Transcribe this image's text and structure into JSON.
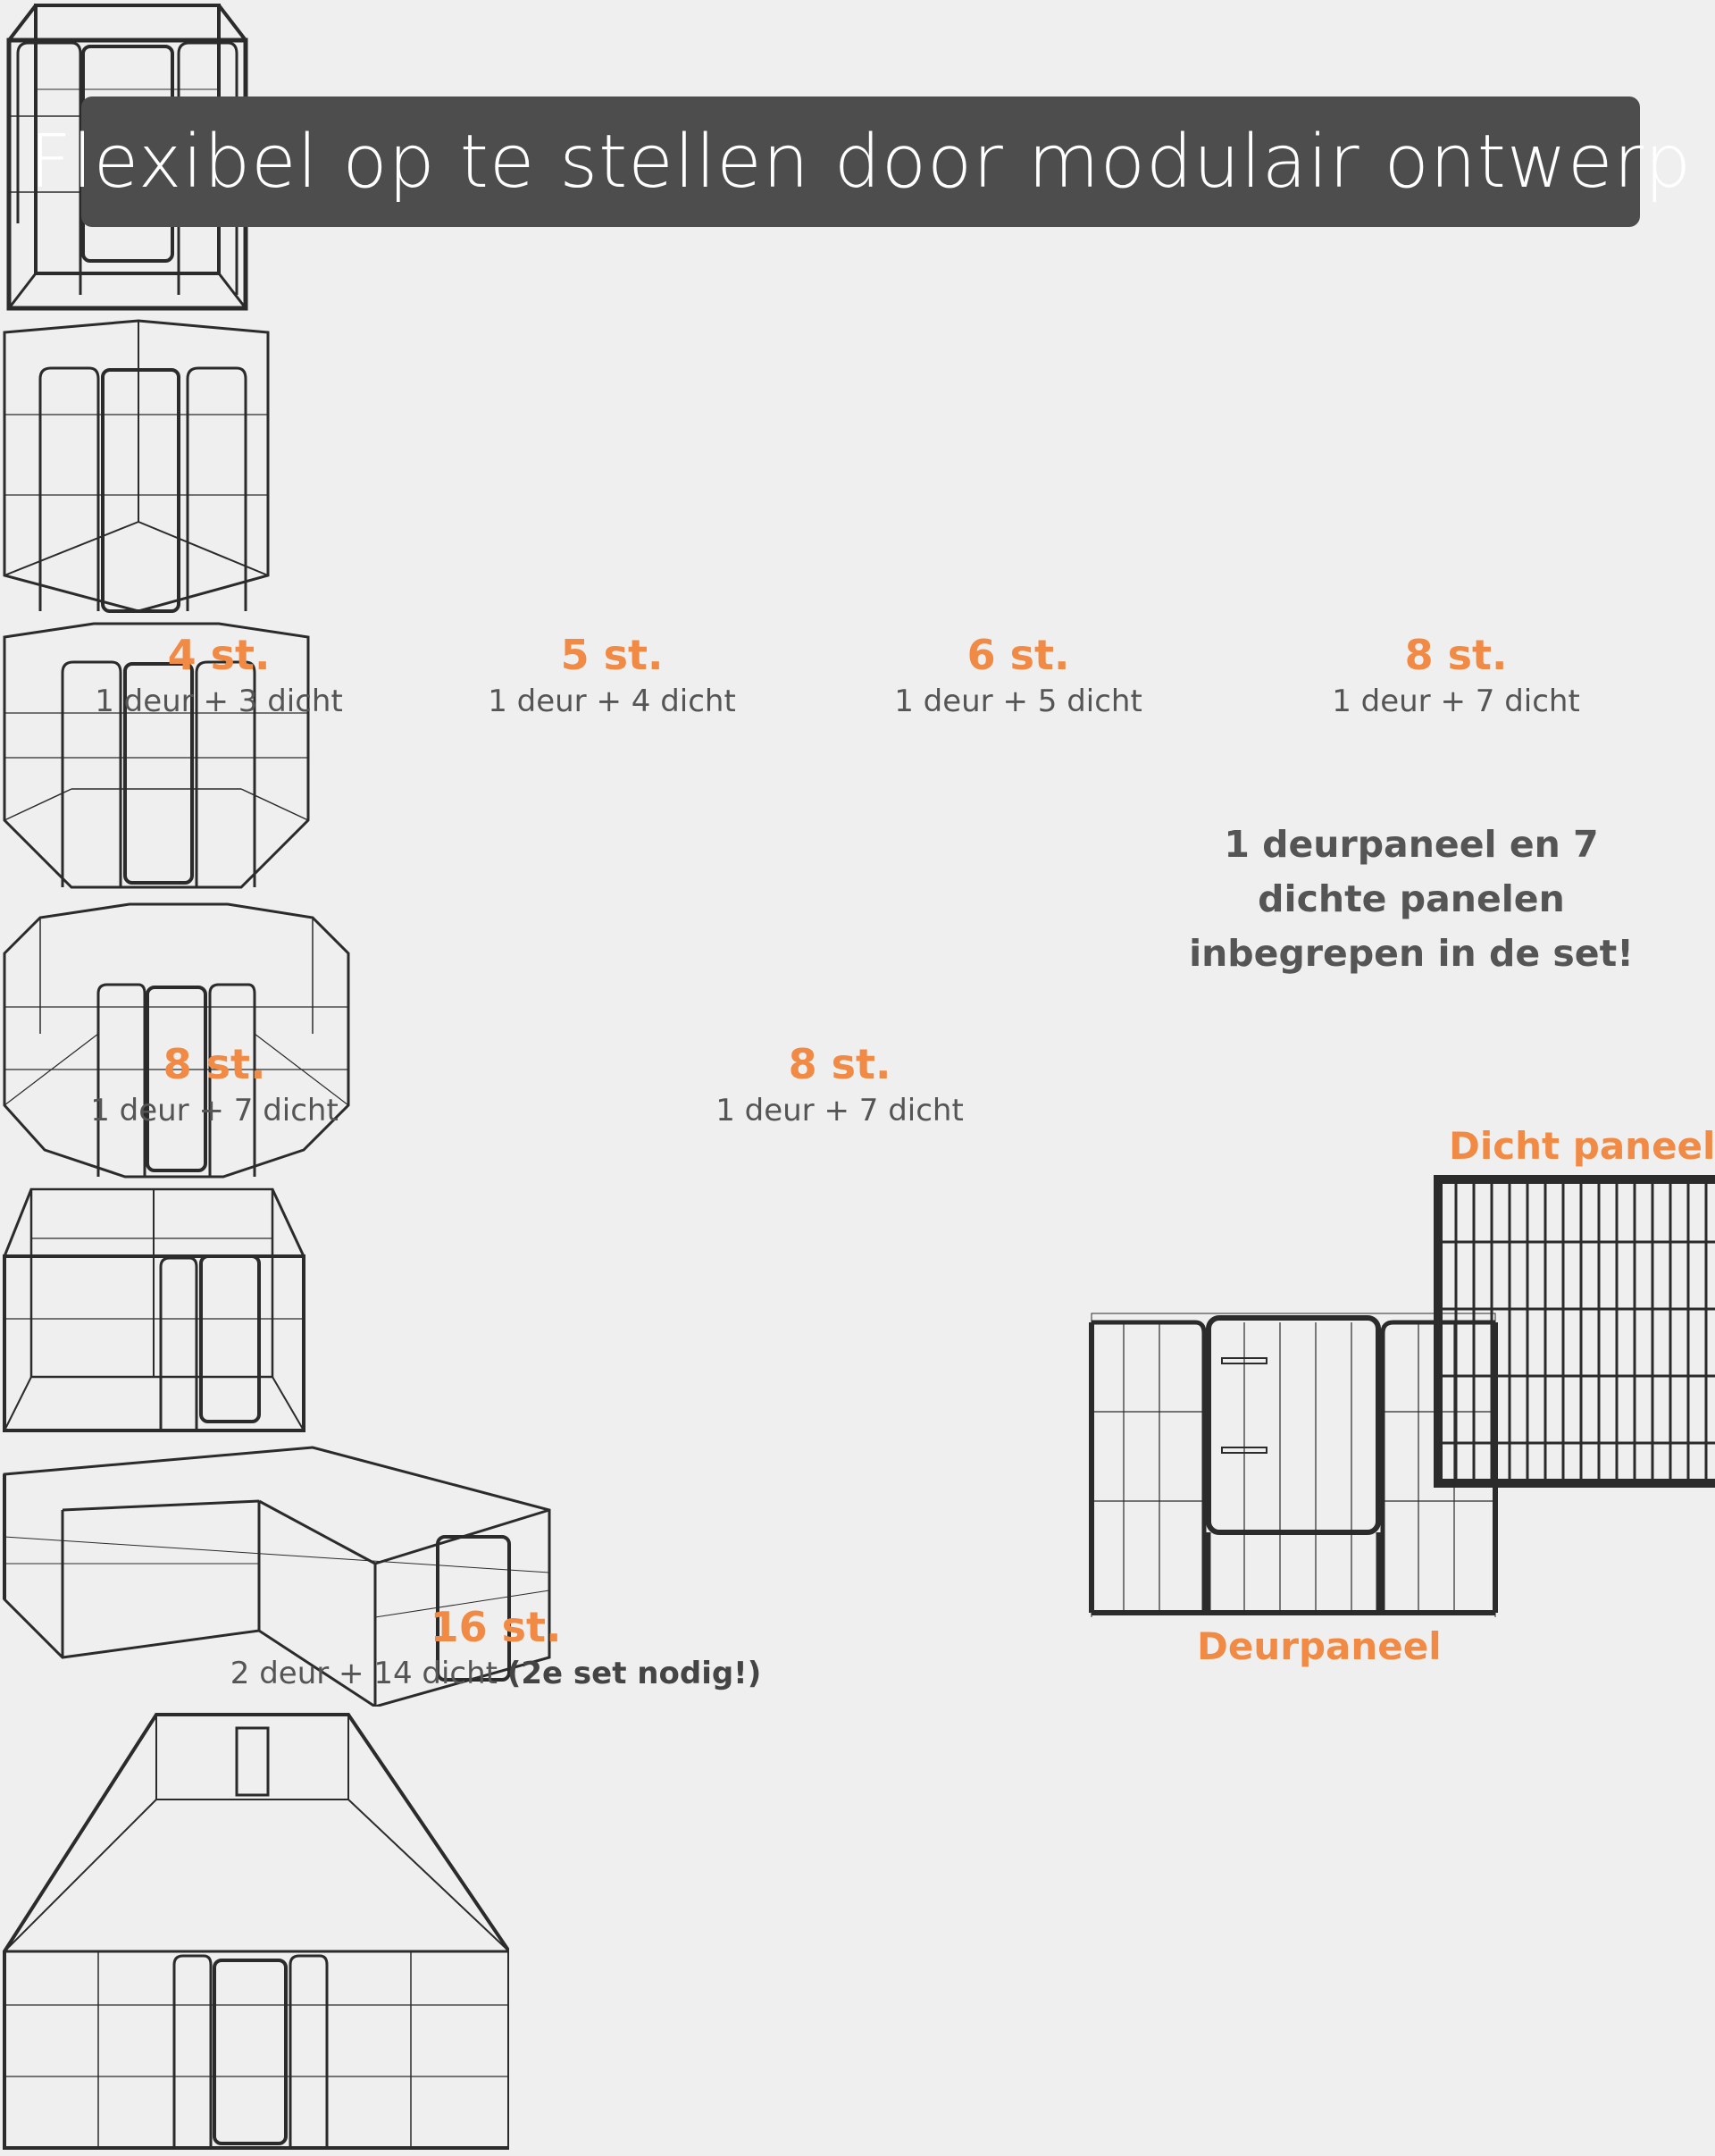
{
  "header": {
    "title": "Flexibel op te stellen door modulair ontwerp"
  },
  "configs": [
    {
      "count": "4 st.",
      "desc": "1 deur + 3 dicht",
      "icon": "square-pen-icon"
    },
    {
      "count": "5 st.",
      "desc": "1 deur + 4 dicht",
      "icon": "pentagon-pen-icon"
    },
    {
      "count": "6 st.",
      "desc": "1 deur + 5 dicht",
      "icon": "hexagon-pen-icon"
    },
    {
      "count": "8 st.",
      "desc": "1 deur + 7 dicht",
      "icon": "octagon-pen-icon"
    },
    {
      "count": "8 st.",
      "desc": "1 deur + 7 dicht",
      "icon": "rectangle-pen-icon"
    },
    {
      "count": "8 st.",
      "desc": "1 deur + 7 dicht",
      "icon": "l-shaped-pen-icon"
    },
    {
      "count": "16 st.",
      "desc": "2 deur + 14 dicht",
      "desc_strong": "(2e set nodig!)",
      "icon": "large-rectangle-pen-icon"
    }
  ],
  "note": {
    "lines": [
      "1 deurpaneel en 7",
      "dichte panelen",
      "inbegrepen in de set!"
    ]
  },
  "panels": {
    "solid_label": "Dicht paneel",
    "door_label": "Deurpaneel"
  },
  "colors": {
    "accent": "#f08a44",
    "banner": "#4d4d4d",
    "background": "#efefef",
    "text": "#555555"
  }
}
